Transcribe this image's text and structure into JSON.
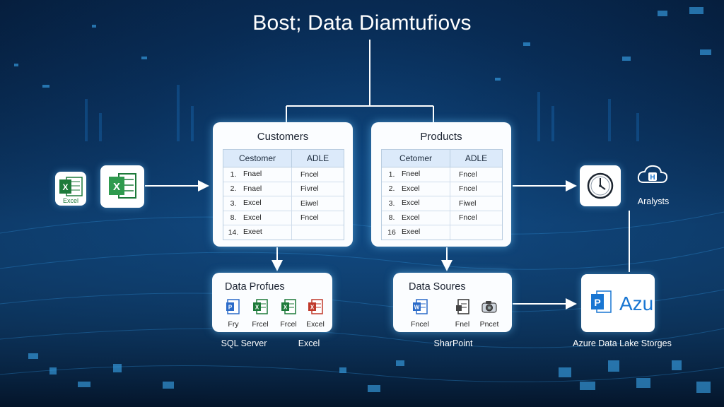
{
  "title": "Bost; Data Diamtufiovs",
  "customers": {
    "title": "Customers",
    "headers": [
      "Cestomer",
      "ADLE"
    ],
    "rows": [
      {
        "idx": "1.",
        "c1": "Fnael",
        "c2": "Fncel"
      },
      {
        "idx": "2.",
        "c1": "Fnael",
        "c2": "Fivrel"
      },
      {
        "idx": "3.",
        "c1": "Excel",
        "c2": "Eiwel"
      },
      {
        "idx": "8.",
        "c1": "Excel",
        "c2": "Fncel"
      },
      {
        "idx": "14.",
        "c1": "Exeet",
        "c2": ""
      }
    ]
  },
  "products": {
    "title": "Products",
    "headers": [
      "Cetomer",
      "ADLE"
    ],
    "rows": [
      {
        "idx": "1.",
        "c1": "Fneel",
        "c2": "Fncel"
      },
      {
        "idx": "2.",
        "c1": "Excel",
        "c2": "Fncel"
      },
      {
        "idx": "3.",
        "c1": "Excel",
        "c2": "Fiwel"
      },
      {
        "idx": "8.",
        "c1": "Excel",
        "c2": "Fncel"
      },
      {
        "idx": "16",
        "c1": "Exeel",
        "c2": ""
      }
    ]
  },
  "left_excel_caption": "Excel",
  "data_profiles": {
    "title": "Data Profues",
    "items": [
      {
        "icon": "document-icon",
        "caption": "Fry"
      },
      {
        "icon": "excel-icon",
        "caption": "Frcel"
      },
      {
        "icon": "excel-icon",
        "caption": "Frcel"
      },
      {
        "icon": "excel-icon",
        "caption": "Excel"
      }
    ],
    "labels": [
      "SQL Server",
      "Excel"
    ]
  },
  "data_sources": {
    "title": "Data Soures",
    "items": [
      {
        "icon": "word-icon",
        "caption": "Fncel"
      },
      {
        "icon": "document-icon",
        "caption": "Fnel"
      },
      {
        "icon": "camera-icon",
        "caption": "Pncet"
      }
    ],
    "label": "SharPoint"
  },
  "analysts_label": "Aralysts",
  "azure": {
    "text": "Azu",
    "label": "Azure Data Lake Storges"
  },
  "colors": {
    "accent_glow": "#6ec8ff",
    "excel_green": "#1d7a3a",
    "azure_blue": "#1976d2",
    "word_blue": "#2b6bc9"
  }
}
